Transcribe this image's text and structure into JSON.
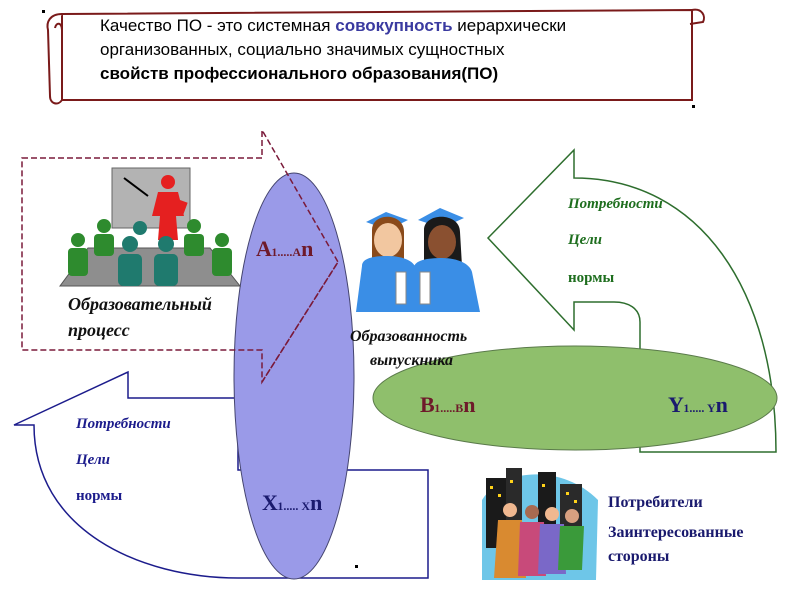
{
  "definition": {
    "line1_prefix": "Качество ПО - это системная ",
    "line1_highlight": "совокупность",
    "line1_suffix": " иерархически",
    "line2": "организованных, социально значимых сущностных",
    "line3": "свойств профессионального образования(ПО)"
  },
  "labels": {
    "a_letter": "A",
    "a_mid": "1.....A",
    "a_end": "n",
    "b_letter": "B",
    "b_mid": "1.....B",
    "b_end": "n",
    "y_letter": "Y",
    "y_mid": "1..... Y",
    "y_end": "n",
    "x_letter": "X",
    "x_mid": "1..... X",
    "x_end": "n"
  },
  "right_arrow": {
    "needs": "Потребности",
    "goals": "Цели",
    "norms": "нормы"
  },
  "left_arrow": {
    "needs": "Потребности",
    "goals": "Цели",
    "norms": "нормы"
  },
  "education_process": {
    "line1": "Образовательный",
    "line2": "процесс"
  },
  "graduate": {
    "line1": "Образованность",
    "line2": "выпускника"
  },
  "consumers": {
    "line1": "Потребители",
    "line2": "Заинтересованные",
    "line3": "стороны"
  },
  "colors": {
    "scroll_border": "#7a1a1a",
    "scroll_fill": "#ffffff",
    "vertical_ellipse": "#9a9ae8",
    "horizontal_ellipse": "#8fbf6c",
    "right_arrow_stroke": "#2e6e2e",
    "left_arrow_stroke": "#1c1c8c",
    "dashed_arrow": "#7a1a3a"
  },
  "icons": {
    "classroom": "classroom-presentation-icon",
    "graduates": "graduates-icon",
    "people_city": "people-city-icon"
  }
}
